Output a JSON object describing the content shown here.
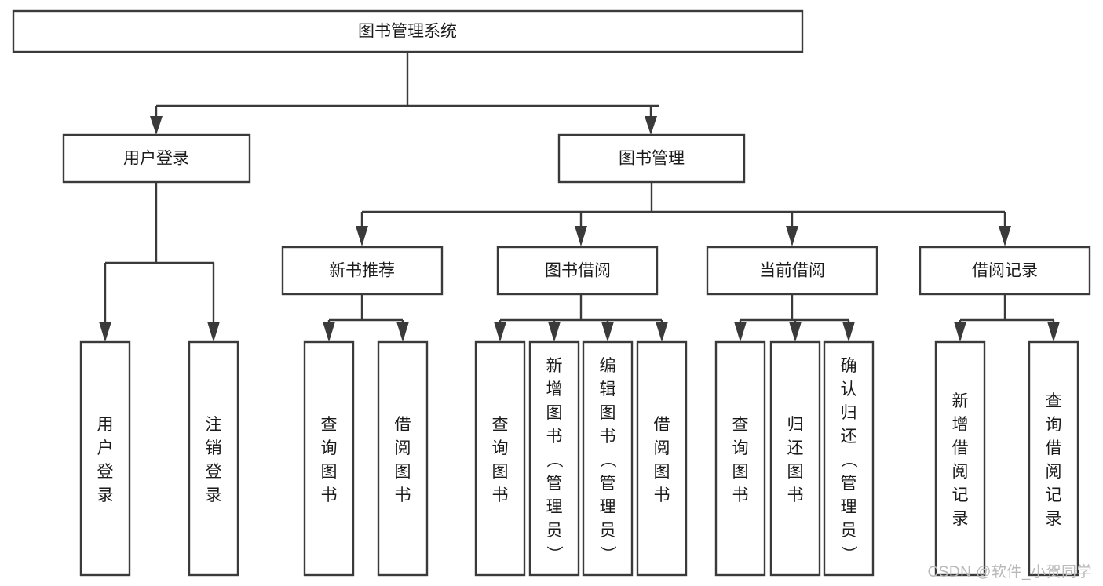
{
  "page": {
    "title": "图书管理系统",
    "watermark": "CSDN @软件_小贺同学",
    "background_color": "#ffffff",
    "line_color": "#3a3a3a",
    "text_color": "#1b1b1b",
    "box_fill": "#ffffff"
  },
  "chart_data": {
    "type": "diagram",
    "diagram_kind": "tree",
    "orientation": "top-down",
    "title": "图书管理系统",
    "levels": 4,
    "nodes": [
      {
        "id": "root",
        "label": "图书管理系统",
        "level": 0,
        "text_orientation": "horizontal",
        "parent": null
      },
      {
        "id": "login",
        "label": "用户登录",
        "level": 1,
        "text_orientation": "horizontal",
        "parent": "root"
      },
      {
        "id": "bookmgmt",
        "label": "图书管理",
        "level": 1,
        "text_orientation": "horizontal",
        "parent": "root"
      },
      {
        "id": "newbook",
        "label": "新书推荐",
        "level": 2,
        "text_orientation": "horizontal",
        "parent": "bookmgmt"
      },
      {
        "id": "borrow",
        "label": "图书借阅",
        "level": 2,
        "text_orientation": "horizontal",
        "parent": "bookmgmt"
      },
      {
        "id": "current",
        "label": "当前借阅",
        "level": 2,
        "text_orientation": "horizontal",
        "parent": "bookmgmt"
      },
      {
        "id": "records",
        "label": "借阅记录",
        "level": 2,
        "text_orientation": "horizontal",
        "parent": "bookmgmt"
      },
      {
        "id": "leaf1",
        "label": "用户登录",
        "level": 3,
        "text_orientation": "vertical",
        "parent": "login"
      },
      {
        "id": "leaf2",
        "label": "注销登录",
        "level": 3,
        "text_orientation": "vertical",
        "parent": "login"
      },
      {
        "id": "leaf3",
        "label": "查询图书",
        "level": 3,
        "text_orientation": "vertical",
        "parent": "newbook"
      },
      {
        "id": "leaf4",
        "label": "借阅图书",
        "level": 3,
        "text_orientation": "vertical",
        "parent": "newbook"
      },
      {
        "id": "leaf5",
        "label": "查询图书",
        "level": 3,
        "text_orientation": "vertical",
        "parent": "borrow"
      },
      {
        "id": "leaf6",
        "label": "新增图书（管理员）",
        "level": 3,
        "text_orientation": "vertical",
        "parent": "borrow"
      },
      {
        "id": "leaf7",
        "label": "编辑图书（管理员）",
        "level": 3,
        "text_orientation": "vertical",
        "parent": "borrow"
      },
      {
        "id": "leaf8",
        "label": "借阅图书",
        "level": 3,
        "text_orientation": "vertical",
        "parent": "borrow"
      },
      {
        "id": "leaf9",
        "label": "查询图书",
        "level": 3,
        "text_orientation": "vertical",
        "parent": "current"
      },
      {
        "id": "leaf10",
        "label": "归还图书",
        "level": 3,
        "text_orientation": "vertical",
        "parent": "current"
      },
      {
        "id": "leaf11",
        "label": "确认归还（管理员）",
        "level": 3,
        "text_orientation": "vertical",
        "parent": "current"
      },
      {
        "id": "leaf12",
        "label": "新增借阅记录",
        "level": 3,
        "text_orientation": "vertical",
        "parent": "records"
      },
      {
        "id": "leaf13",
        "label": "查询借阅记录",
        "level": 3,
        "text_orientation": "vertical",
        "parent": "records"
      }
    ],
    "edges": [
      {
        "from": "root",
        "to": "login"
      },
      {
        "from": "root",
        "to": "bookmgmt"
      },
      {
        "from": "bookmgmt",
        "to": "newbook"
      },
      {
        "from": "bookmgmt",
        "to": "borrow"
      },
      {
        "from": "bookmgmt",
        "to": "current"
      },
      {
        "from": "bookmgmt",
        "to": "records"
      },
      {
        "from": "login",
        "to": "leaf1"
      },
      {
        "from": "login",
        "to": "leaf2"
      },
      {
        "from": "newbook",
        "to": "leaf3"
      },
      {
        "from": "newbook",
        "to": "leaf4"
      },
      {
        "from": "borrow",
        "to": "leaf5"
      },
      {
        "from": "borrow",
        "to": "leaf6"
      },
      {
        "from": "borrow",
        "to": "leaf7"
      },
      {
        "from": "borrow",
        "to": "leaf8"
      },
      {
        "from": "current",
        "to": "leaf9"
      },
      {
        "from": "current",
        "to": "leaf10"
      },
      {
        "from": "current",
        "to": "leaf11"
      },
      {
        "from": "records",
        "to": "leaf12"
      },
      {
        "from": "records",
        "to": "leaf13"
      }
    ]
  },
  "nodes": {
    "root": {
      "label": "图书管理系统"
    },
    "login": {
      "label": "用户登录"
    },
    "bookmgmt": {
      "label": "图书管理"
    },
    "newbook": {
      "label": "新书推荐"
    },
    "borrow": {
      "label": "图书借阅"
    },
    "current": {
      "label": "当前借阅"
    },
    "records": {
      "label": "借阅记录"
    },
    "leaf1": {
      "label": "用户登录"
    },
    "leaf2": {
      "label": "注销登录"
    },
    "leaf3": {
      "label": "查询图书"
    },
    "leaf4": {
      "label": "借阅图书"
    },
    "leaf5": {
      "label": "查询图书"
    },
    "leaf6": {
      "label": "新增图书（管理员）"
    },
    "leaf7": {
      "label": "编辑图书（管理员）"
    },
    "leaf8": {
      "label": "借阅图书"
    },
    "leaf9": {
      "label": "查询图书"
    },
    "leaf10": {
      "label": "归还图书"
    },
    "leaf11": {
      "label": "确认归还（管理员）"
    },
    "leaf12": {
      "label": "新增借阅记录"
    },
    "leaf13": {
      "label": "查询借阅记录"
    }
  }
}
